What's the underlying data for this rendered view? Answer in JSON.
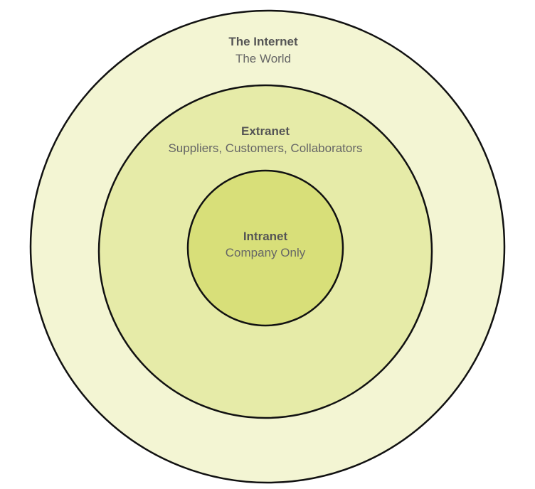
{
  "colors": {
    "outer_fill": "#f3f5d3",
    "middle_fill": "#e6eba8",
    "inner_fill": "#d8df79",
    "stroke": "#111111",
    "title_text": "#555555",
    "subtitle_text": "#666666"
  },
  "rings": {
    "outer": {
      "title": "The Internet",
      "subtitle": "The World"
    },
    "middle": {
      "title": "Extranet",
      "subtitle": "Suppliers, Customers, Collaborators"
    },
    "inner": {
      "title": "Intranet",
      "subtitle": "Company Only"
    }
  }
}
